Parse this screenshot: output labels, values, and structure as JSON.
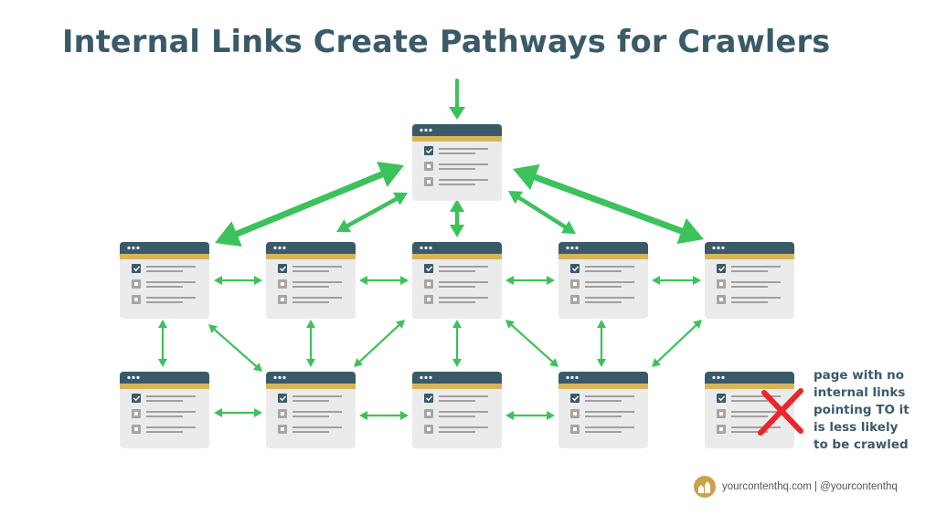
{
  "title": "Internal Links Create Pathways for Crawlers",
  "note": {
    "lines": [
      "page with no",
      "internal links",
      "pointing TO it",
      "is less likely",
      "to be crawled"
    ]
  },
  "footer": {
    "text": "yourcontenthq.com | @yourcontenthq"
  },
  "colors": {
    "title": "#3a5a6a",
    "header_bar": "#3a5a6a",
    "accent_bar": "#d6b55a",
    "card_body": "#ebebeb",
    "arrow": "#3cc25a",
    "cross": "#e8262b",
    "checkbox": "#3a5a6a",
    "line": "#a0a0a0",
    "logo": "#c9a24a"
  },
  "icons": [
    "browser-window-icon",
    "checkbox-checked-icon",
    "checkbox-empty-icon",
    "red-x-icon",
    "logo-icon",
    "arrow-icon"
  ]
}
